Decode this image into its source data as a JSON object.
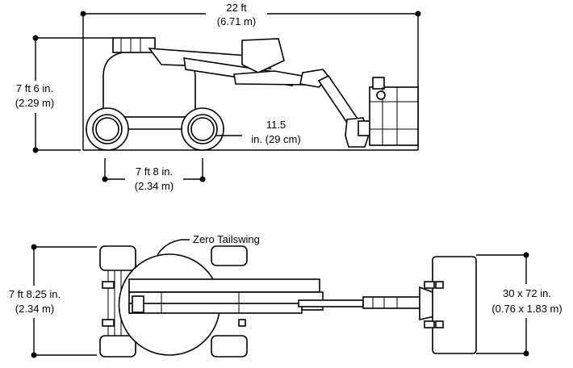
{
  "side_view": {
    "overall_length": {
      "line1": "22 ft",
      "line2": "(6.71 m)"
    },
    "stowed_height": {
      "line1": "7 ft 6 in.",
      "line2": "(2.29 m)"
    },
    "ground_clearance": {
      "line1": "11.5",
      "line2": "in. (29 cm)"
    },
    "wheelbase": {
      "line1": "7 ft 8 in.",
      "line2": "(2.34 m)"
    }
  },
  "top_view": {
    "tailswing_label": "Zero Tailswing",
    "overall_width": {
      "line1": "7 ft 8.25 in.",
      "line2": "(2.34 m)"
    },
    "platform_size": {
      "line1": "30 x 72 in.",
      "line2": "(0.76 x 1.83 m)"
    }
  }
}
